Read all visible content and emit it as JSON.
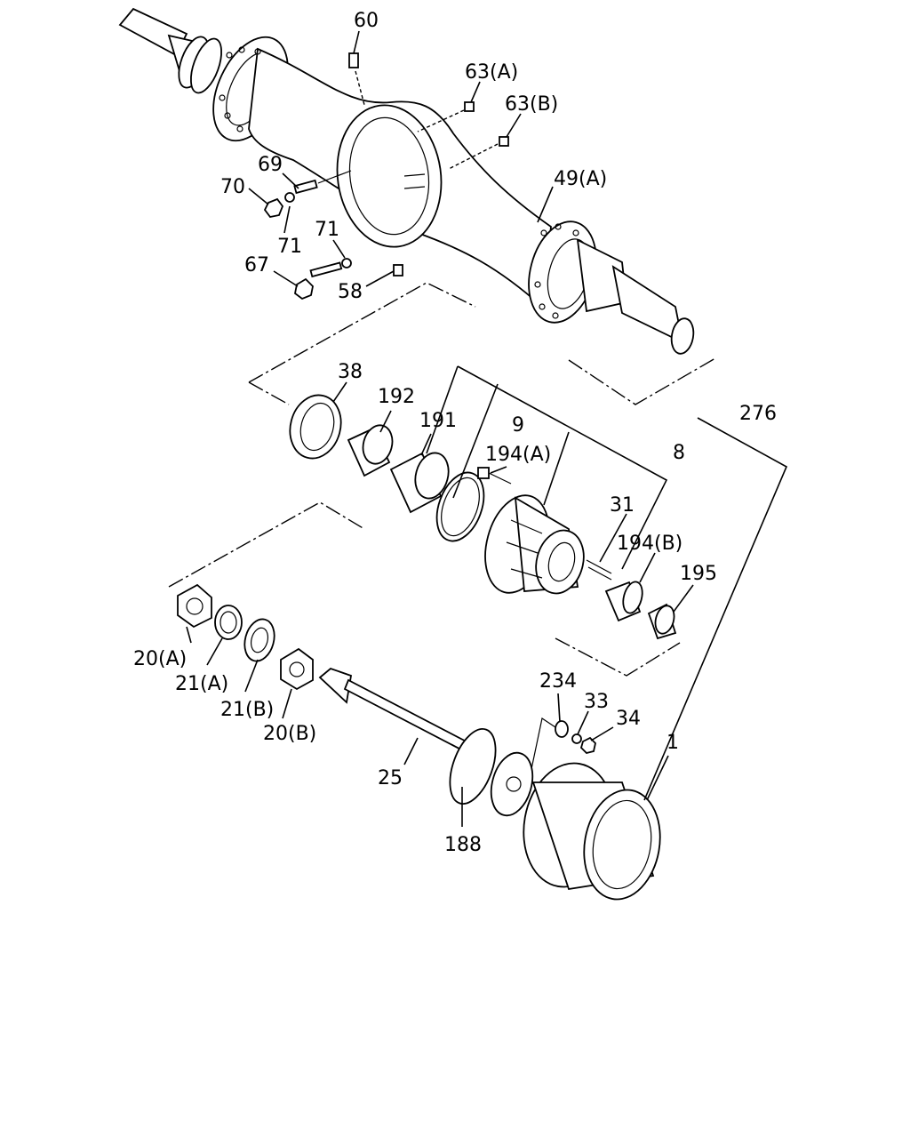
{
  "diagram": {
    "callouts": [
      {
        "key": "p60",
        "text": "60"
      },
      {
        "key": "p63a",
        "text": "63(A)"
      },
      {
        "key": "p63b",
        "text": "63(B)"
      },
      {
        "key": "p49a",
        "text": "49(A)"
      },
      {
        "key": "p69",
        "text": "69"
      },
      {
        "key": "p70",
        "text": "70"
      },
      {
        "key": "p71a",
        "text": "71"
      },
      {
        "key": "p71b",
        "text": "71"
      },
      {
        "key": "p67",
        "text": "67"
      },
      {
        "key": "p58",
        "text": "58"
      },
      {
        "key": "p38",
        "text": "38"
      },
      {
        "key": "p192",
        "text": "192"
      },
      {
        "key": "p191",
        "text": "191"
      },
      {
        "key": "p9",
        "text": "9"
      },
      {
        "key": "p194a",
        "text": "194(A)"
      },
      {
        "key": "p276",
        "text": "276"
      },
      {
        "key": "p8",
        "text": "8"
      },
      {
        "key": "p31",
        "text": "31"
      },
      {
        "key": "p194b",
        "text": "194(B)"
      },
      {
        "key": "p195",
        "text": "195"
      },
      {
        "key": "p20a",
        "text": "20(A)"
      },
      {
        "key": "p21a",
        "text": "21(A)"
      },
      {
        "key": "p21b",
        "text": "21(B)"
      },
      {
        "key": "p20b",
        "text": "20(B)"
      },
      {
        "key": "p234",
        "text": "234"
      },
      {
        "key": "p33",
        "text": "33"
      },
      {
        "key": "p34",
        "text": "34"
      },
      {
        "key": "p25",
        "text": "25"
      },
      {
        "key": "p1",
        "text": "1"
      },
      {
        "key": "p188",
        "text": "188"
      }
    ]
  }
}
